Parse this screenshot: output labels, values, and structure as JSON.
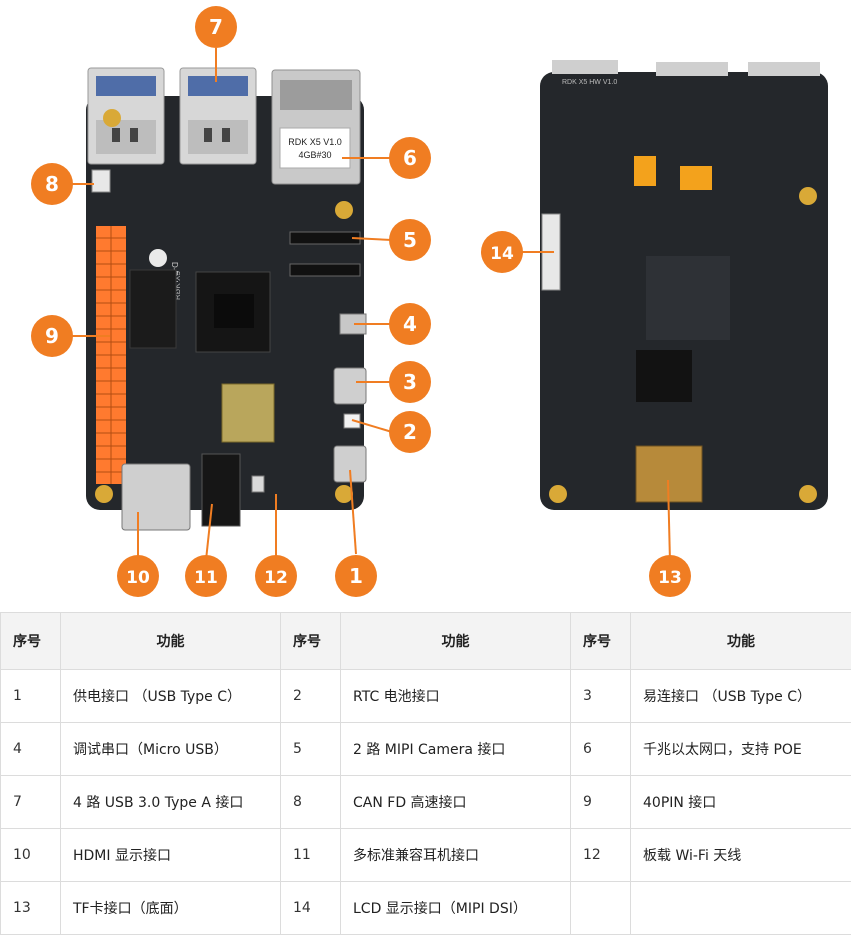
{
  "callouts": [
    {
      "n": "1"
    },
    {
      "n": "2"
    },
    {
      "n": "3"
    },
    {
      "n": "4"
    },
    {
      "n": "5"
    },
    {
      "n": "6"
    },
    {
      "n": "7"
    },
    {
      "n": "8"
    },
    {
      "n": "9"
    },
    {
      "n": "10"
    },
    {
      "n": "11"
    },
    {
      "n": "12"
    },
    {
      "n": "13"
    },
    {
      "n": "14"
    }
  ],
  "board_front": {
    "ethernet_label_line1": "RDK X5 V1.0",
    "ethernet_label_line2": "4GB#30",
    "soc_label": "RDK X5",
    "brand": "D-Robotics"
  },
  "board_back": {
    "silk": "RDK X5 HW V1.0"
  },
  "colors": {
    "callout": "#f07d22",
    "pcb": "#24272b",
    "header_pins": "#ff7a2f",
    "table_header_bg": "#f3f3f3",
    "table_border": "#dcdcdc"
  },
  "table": {
    "headers": [
      "序号",
      "功能",
      "序号",
      "功能",
      "序号",
      "功能"
    ],
    "rows": [
      [
        "1",
        "供电接口  （USB Type C）",
        "2",
        "RTC 电池接口",
        "3",
        "易连接口  （USB Type C）"
      ],
      [
        "4",
        "调试串口（Micro USB）",
        "5",
        "2 路 MIPI Camera 接口",
        "6",
        "千兆以太网口，支持 POE"
      ],
      [
        "7",
        "4 路 USB 3.0 Type A 接口",
        "8",
        "CAN FD 高速接口",
        "9",
        "40PIN 接口"
      ],
      [
        "10",
        "HDMI 显示接口",
        "11",
        "多标准兼容耳机接口",
        "12",
        "板载 Wi-Fi 天线"
      ],
      [
        "13",
        "TF卡接口（底面）",
        "14",
        "LCD 显示接口（MIPI DSI）",
        "",
        ""
      ]
    ]
  }
}
